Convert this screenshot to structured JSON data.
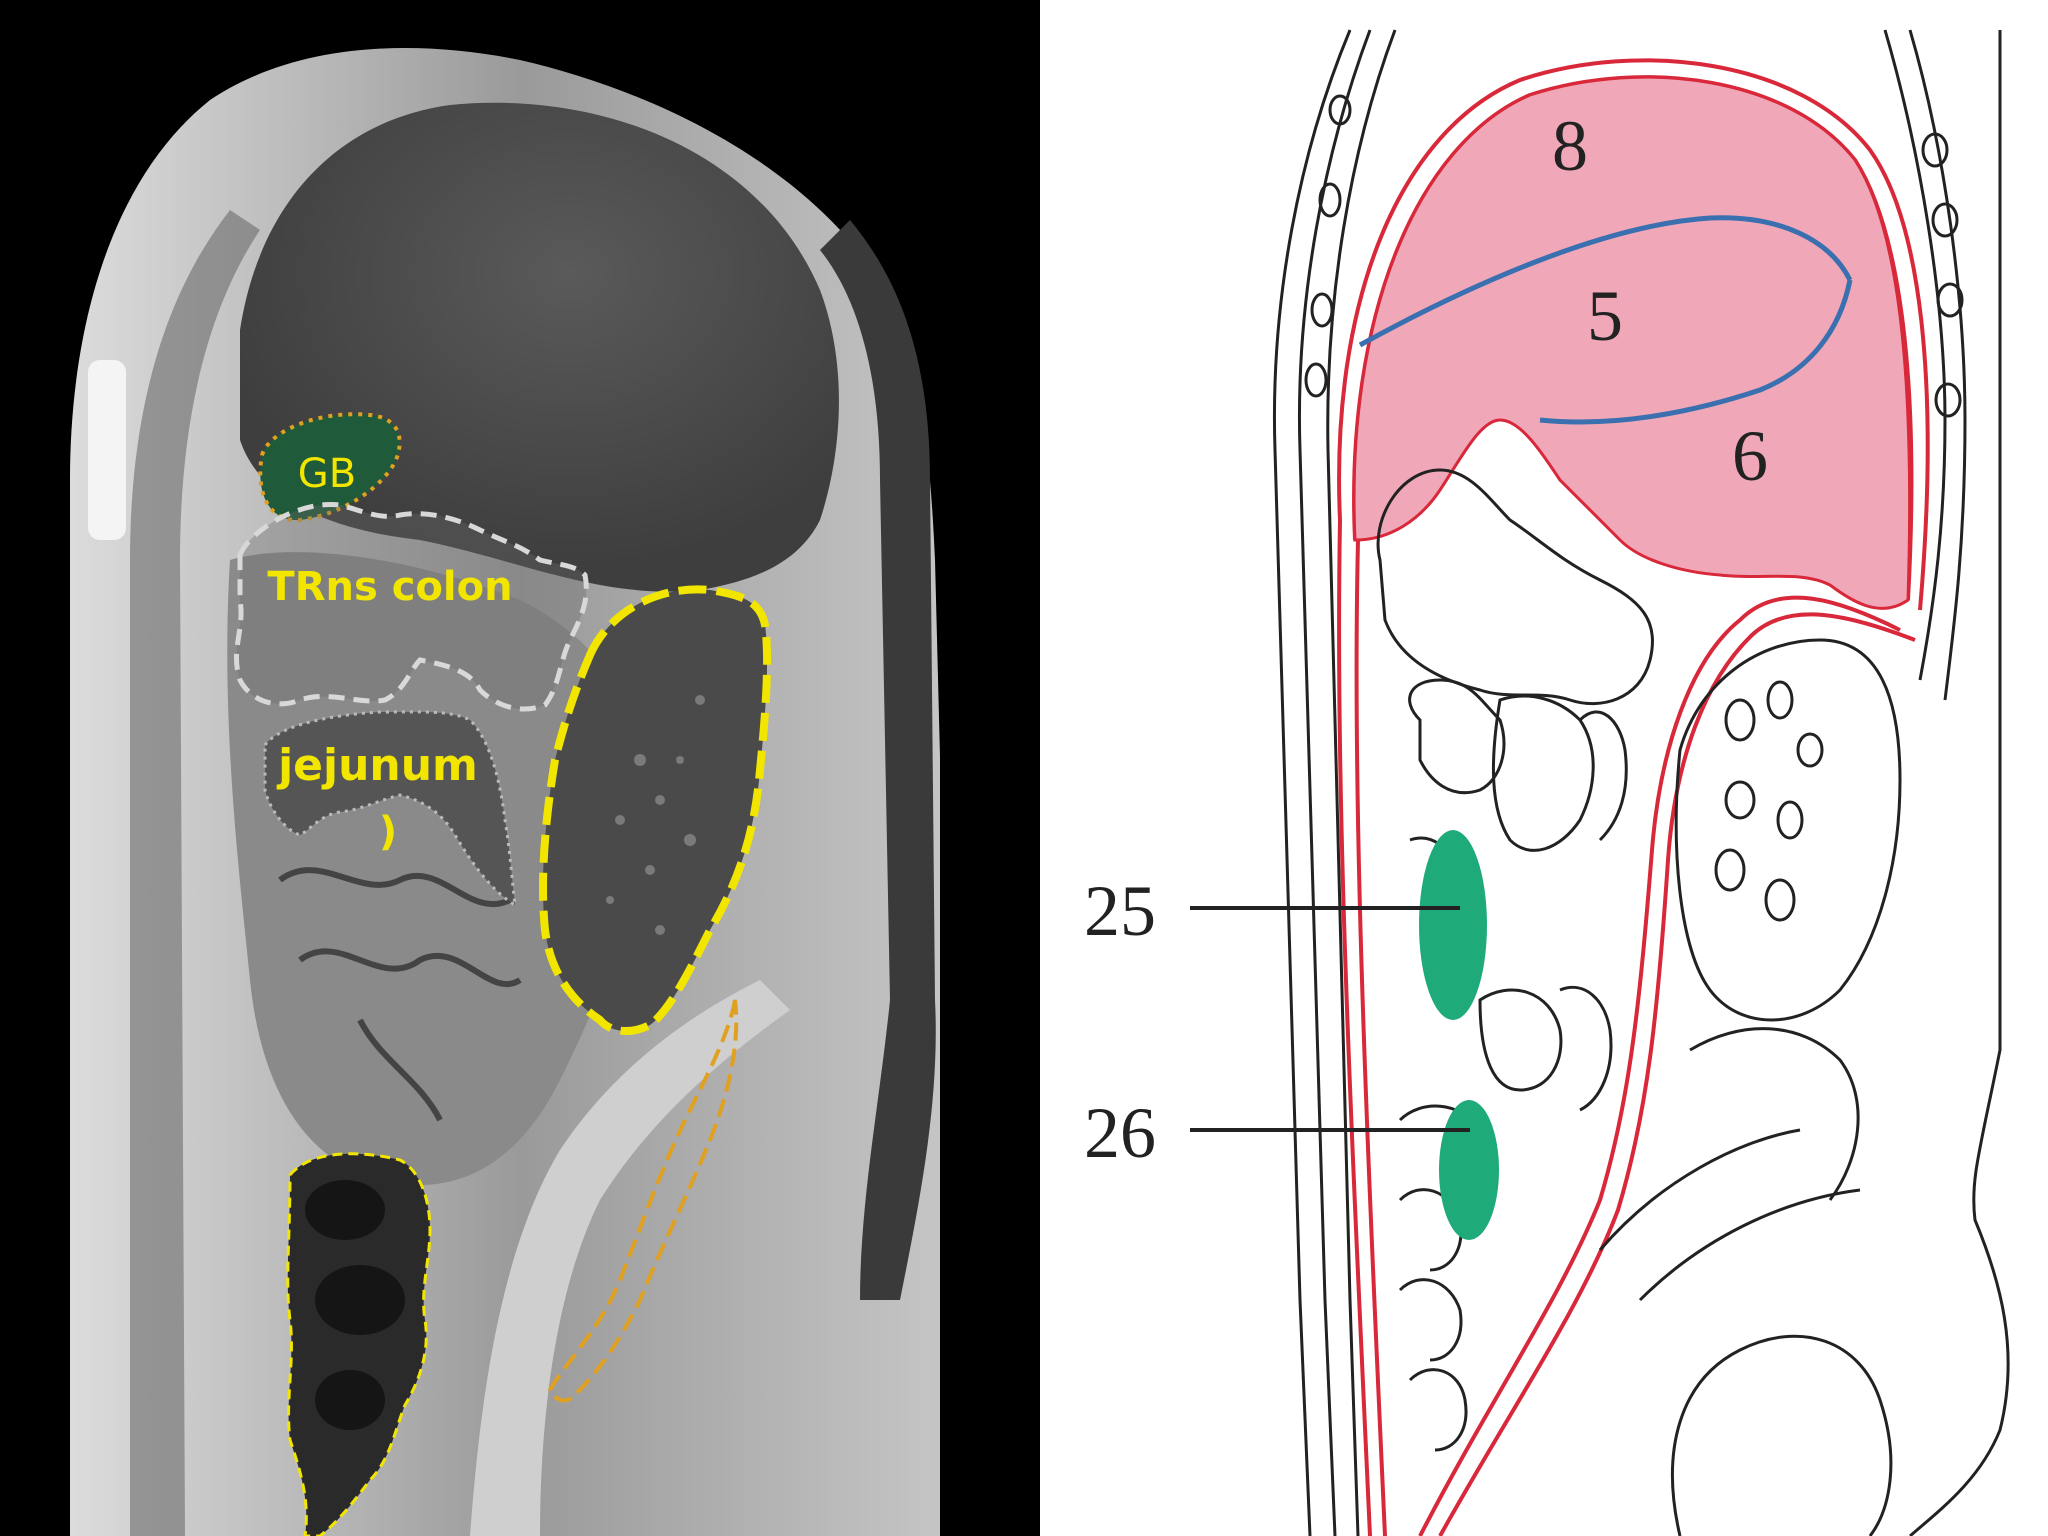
{
  "mri": {
    "labels": {
      "gb": "GB",
      "transverse_colon": "TRns colon",
      "jejunum": "jejunum",
      "paren": ")"
    },
    "colors": {
      "background": "#000000",
      "highlight_yellow": "#f2e600",
      "orange_outline": "#e0a020",
      "gb_fill": "#1f5a3a",
      "white_outline": "#d8d8d8",
      "jejunum_fill": "#555555"
    }
  },
  "diagram": {
    "labels": {
      "liver_segment_8": "8",
      "liver_segment_5": "5",
      "liver_segment_6": "6",
      "label_25": "25",
      "label_26": "26"
    },
    "colors": {
      "liver_fill": "#f0a8b8",
      "peritoneum_red": "#d8283a",
      "hepatic_vein_blue": "#3a6fb0",
      "node_green": "#1faa7a",
      "line_black": "#222222"
    }
  }
}
